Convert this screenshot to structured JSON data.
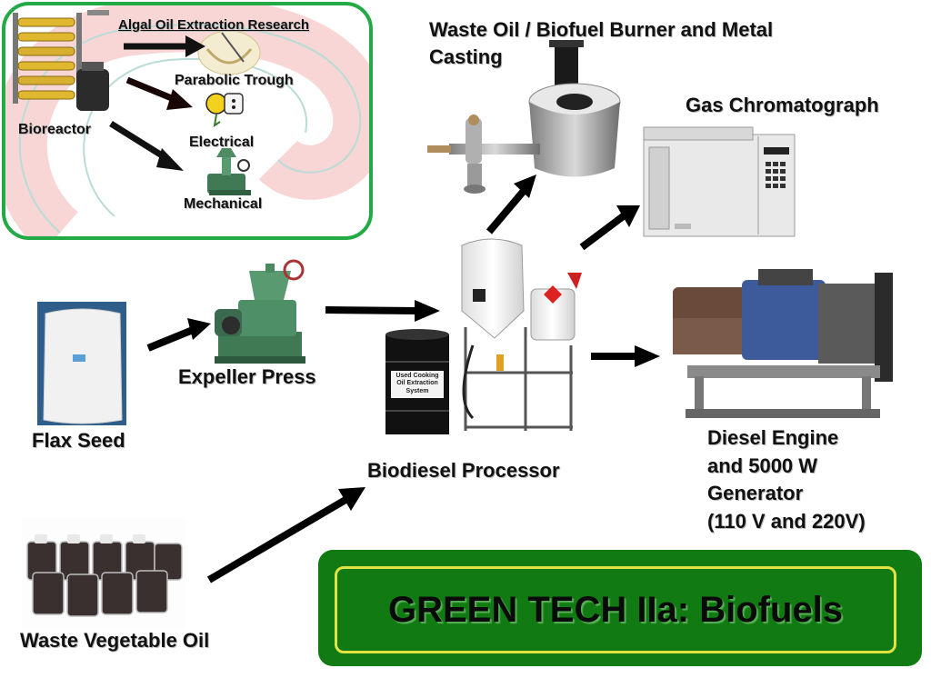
{
  "inset": {
    "title": "Algal Oil Extraction Research",
    "labels": {
      "parabolic_trough": "Parabolic Trough",
      "electrical": "Electrical",
      "mechanical": "Mechanical",
      "bioreactor": "Bioreactor"
    }
  },
  "labels": {
    "flax_seed": "Flax Seed",
    "expeller_press": "Expeller Press",
    "waste_vegetable_oil": "Waste Vegetable Oil",
    "biodiesel_processor": "Biodiesel Processor",
    "burner": "Waste Oil / Biofuel Burner and Metal Casting",
    "gas_chromatograph": "Gas Chromatograph",
    "generator_lines": [
      "Diesel Engine",
      "and 5000 W",
      "Generator",
      "(110 V and 220V)"
    ]
  },
  "drum_label": "Used Cooking Oil Extraction System",
  "banner": {
    "title": "GREEN TECH IIa: Biofuels"
  },
  "colors": {
    "inset_border": "#22aa44",
    "banner_bg": "#127a12",
    "banner_inner_border": "#e2e240"
  }
}
